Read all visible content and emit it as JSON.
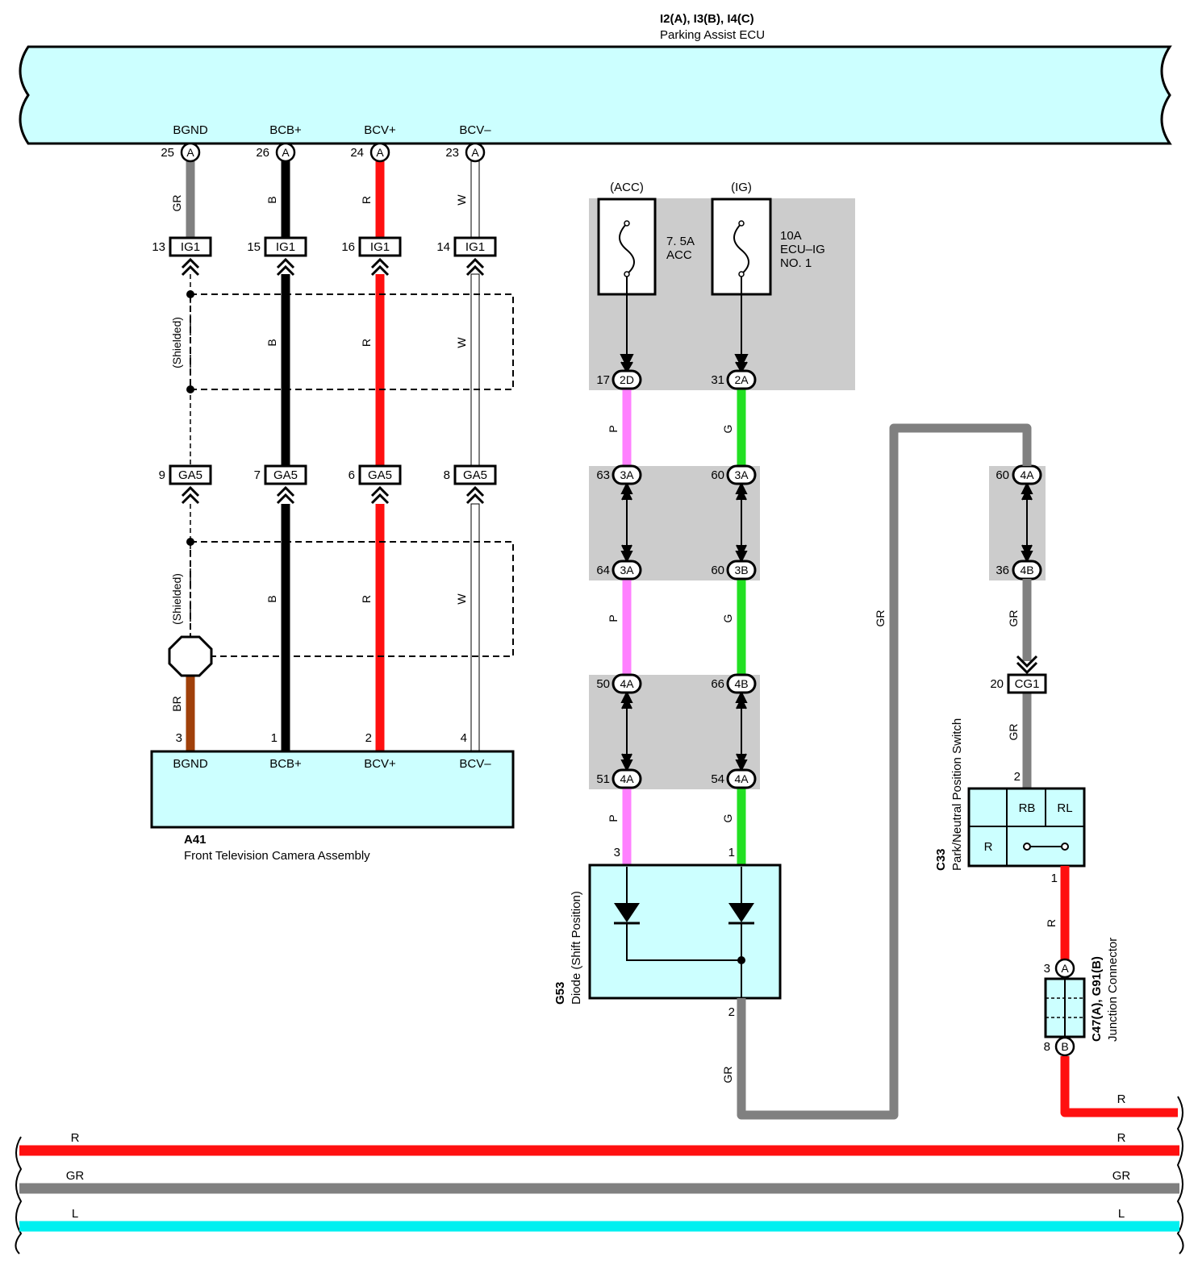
{
  "ecu": {
    "ref": "I2(A), I3(B), I4(C)",
    "name": "Parking Assist ECU",
    "pins": [
      "BGND",
      "BCB+",
      "BCV+",
      "BCV–"
    ],
    "pin_numbers": [
      "25",
      "26",
      "24",
      "23"
    ],
    "pin_conn": "A"
  },
  "ig1": {
    "label": "IG1",
    "pins": [
      "13",
      "15",
      "16",
      "14"
    ]
  },
  "ga5": {
    "label": "GA5",
    "pins": [
      "9",
      "7",
      "6",
      "8"
    ]
  },
  "wire_colors": {
    "bgnd_upper": "GR",
    "bcb": "B",
    "bcv_plus": "R",
    "bcv_minus": "W",
    "bgnd_lower": "BR"
  },
  "shielded": "(Shielded)",
  "camera": {
    "ref": "A41",
    "name": "Front Television Camera Assembly",
    "pins": [
      "BGND",
      "BCB+",
      "BCV+",
      "BCV–"
    ],
    "pin_numbers": [
      "3",
      "1",
      "2",
      "4"
    ]
  },
  "fuses": {
    "acc": {
      "mode": "(ACC)",
      "label_line1": "7. 5A",
      "label_line2": "ACC"
    },
    "ig": {
      "mode": "(IG)",
      "label_line1": "10A",
      "label_line2": "ECU–IG",
      "label_line3": "NO. 1"
    }
  },
  "junctions": {
    "left": [
      {
        "num": "17",
        "code": "2D"
      },
      {
        "num": "63",
        "code": "3A"
      },
      {
        "num": "64",
        "code": "3A"
      },
      {
        "num": "50",
        "code": "4A"
      },
      {
        "num": "51",
        "code": "4A"
      }
    ],
    "right": [
      {
        "num": "31",
        "code": "2A"
      },
      {
        "num": "60",
        "code": "3A"
      },
      {
        "num": "60",
        "code": "3B"
      },
      {
        "num": "66",
        "code": "4B"
      },
      {
        "num": "54",
        "code": "4A"
      }
    ],
    "far": [
      {
        "num": "60",
        "code": "4A"
      },
      {
        "num": "36",
        "code": "4B"
      }
    ]
  },
  "mid_wire_colors": {
    "left": "P",
    "right": "G",
    "return": "GR"
  },
  "diode": {
    "ref": "G53",
    "name": "Diode (Shift Position)",
    "pin_left": "3",
    "pin_right": "1",
    "pin_out": "2"
  },
  "cg1": {
    "num": "20",
    "label": "CG1"
  },
  "pnp_switch": {
    "ref": "C33",
    "name": "Park/Neutral Position Switch",
    "pin_in": "2",
    "pin_out": "1",
    "cells": [
      "RB",
      "RL",
      "R"
    ]
  },
  "junction_connector": {
    "ref": "C47(A), G91(B)",
    "name": "Junction Connector",
    "pin_a": "3",
    "conn_a": "A",
    "pin_b": "8",
    "conn_b": "B"
  },
  "bus": {
    "return_color": "R",
    "lines": [
      {
        "label": "R",
        "color": "#ff1010"
      },
      {
        "label": "GR",
        "color": "#808080"
      },
      {
        "label": "L",
        "color": "#00f0f0"
      }
    ]
  },
  "colors": {
    "box_fill": "#ccffff",
    "gray_zone": "#cccccc",
    "red": "#ff1010",
    "green": "#22e022",
    "pink": "#ff80ff",
    "gray_wire": "#808080",
    "brown": "#a0400a"
  }
}
